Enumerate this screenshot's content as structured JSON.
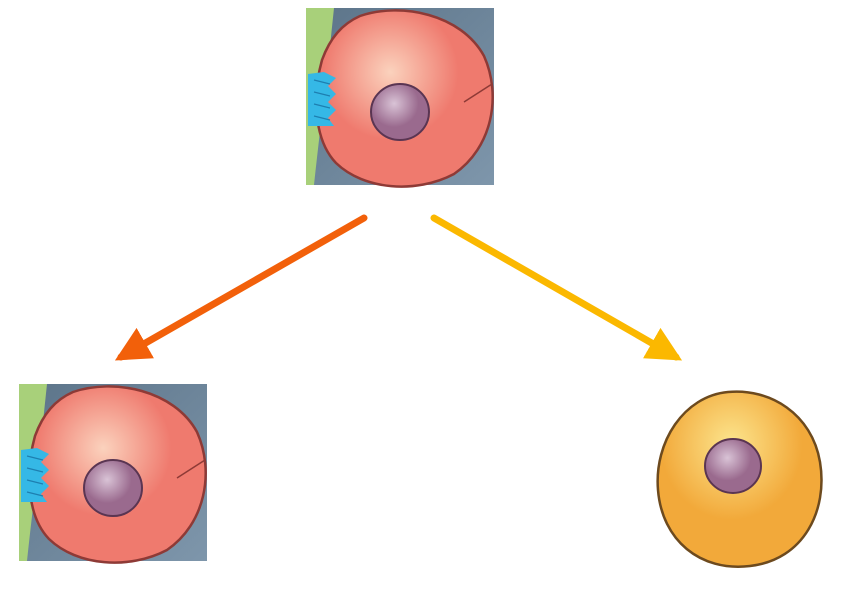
{
  "diagram": {
    "colors": {
      "background": "#ffffff",
      "niche_background": "#7e96ab",
      "niche_shade": "#5c7489",
      "basement_membrane": "#a8d07a",
      "adhesion_junction": "#35b8e6",
      "stem_cell_fill": "#ef7a6e",
      "stem_cell_highlight": "#fbd2bd",
      "stem_cell_outline": "#8e3a36",
      "differentiated_cell_fill": "#f2a93a",
      "differentiated_cell_highlight": "#fce58e",
      "differentiated_cell_outline": "#6d4a1e",
      "nucleus_fill": "#9a6a8e",
      "nucleus_highlight": "#d9c3d6",
      "nucleus_outline": "#5a3552",
      "arrow_left": "#f2600a",
      "arrow_right": "#fbb800"
    },
    "nodes": [
      {
        "id": "parent-stem-cell",
        "type": "stem-cell-in-niche"
      },
      {
        "id": "daughter-stem-cell",
        "type": "stem-cell-in-niche"
      },
      {
        "id": "differentiated-daughter-cell",
        "type": "free-cell"
      }
    ],
    "edges": [
      {
        "from": "parent-stem-cell",
        "to": "daughter-stem-cell",
        "color_key": "arrow_left"
      },
      {
        "from": "parent-stem-cell",
        "to": "differentiated-daughter-cell",
        "color_key": "arrow_right"
      }
    ]
  }
}
